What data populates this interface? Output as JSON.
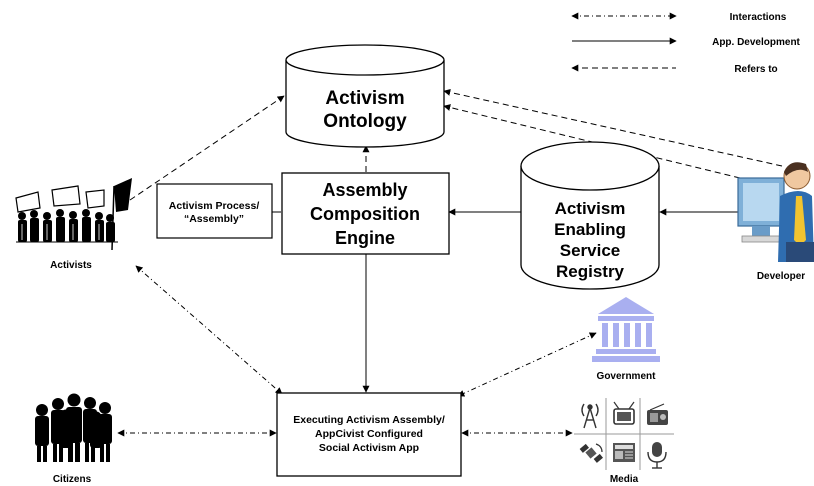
{
  "legend": {
    "interactions": "Interactions",
    "app_development": "App. Development",
    "refers_to": "Refers to"
  },
  "nodes": {
    "ontology": {
      "line1": "Activism",
      "line2": "Ontology"
    },
    "engine": {
      "line1": "Assembly",
      "line2": "Composition",
      "line3": "Engine"
    },
    "registry": {
      "line1": "Activism",
      "line2": "Enabling",
      "line3": "Service",
      "line4": "Registry"
    },
    "process": {
      "line1": "Activism Process/",
      "line2": "“Assembly”"
    },
    "app": {
      "line1": "Executing Activism Assembly/",
      "line2": "AppCivist Configured",
      "line3": "Social Activism App"
    }
  },
  "actors": {
    "activists": "Activists",
    "developer": "Developer",
    "government": "Government",
    "citizens": "Citizens",
    "media": "Media"
  },
  "colors": {
    "government_icon": "#a9aff0",
    "developer_screen": "#7fb0d8",
    "developer_shirt": "#2f6db0"
  },
  "icons": [
    "protest-crowd-icon",
    "developer-at-computer-icon",
    "government-building-icon",
    "citizens-silhouette-icon",
    "radio-tower-icon",
    "tv-icon",
    "radio-icon",
    "satellite-icon",
    "newspaper-icon",
    "microphone-icon"
  ]
}
